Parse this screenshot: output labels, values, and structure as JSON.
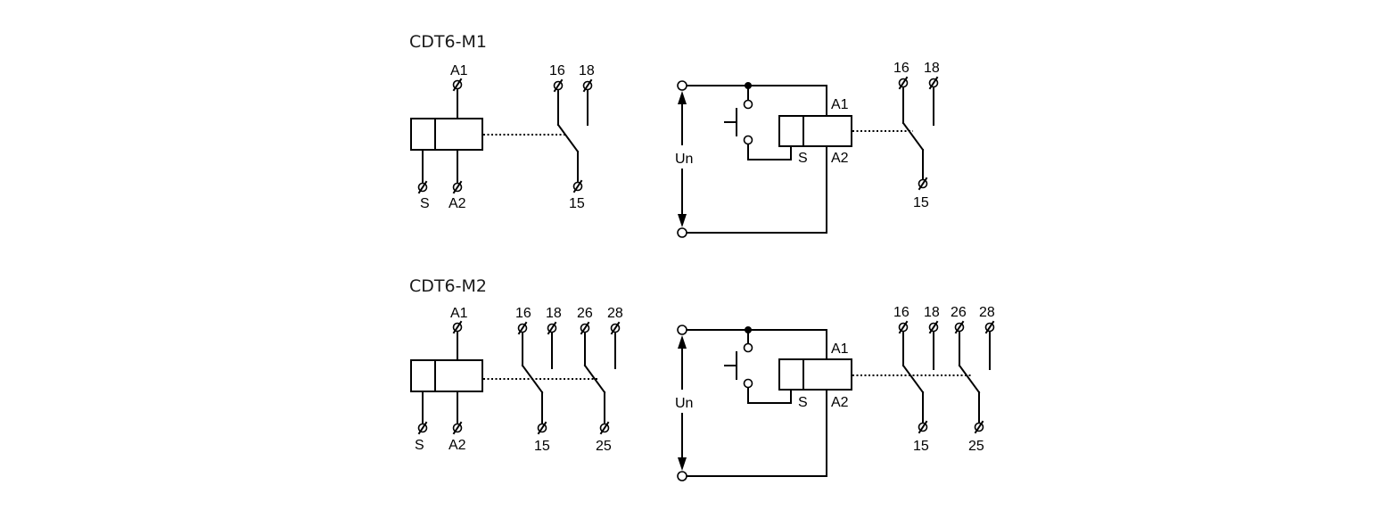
{
  "sections": [
    {
      "title": "CDT6-M1",
      "left": {
        "coil_top": "A1",
        "coil_bottom": [
          "S",
          "A2"
        ],
        "contacts": [
          {
            "top": [
              "16",
              "18"
            ],
            "bottom": "15"
          }
        ]
      },
      "right": {
        "supply": "Un",
        "coil_terminals": [
          "A1",
          "A2"
        ],
        "switch_terminal": "S",
        "contacts": [
          {
            "top": [
              "16",
              "18"
            ],
            "bottom": "15"
          }
        ]
      }
    },
    {
      "title": "CDT6-M2",
      "left": {
        "coil_top": "A1",
        "coil_bottom": [
          "S",
          "A2"
        ],
        "contacts": [
          {
            "top": [
              "16",
              "18"
            ],
            "bottom": "15"
          },
          {
            "top": [
              "26",
              "28"
            ],
            "bottom": "25"
          }
        ]
      },
      "right": {
        "supply": "Un",
        "coil_terminals": [
          "A1",
          "A2"
        ],
        "switch_terminal": "S",
        "contacts": [
          {
            "top": [
              "16",
              "18"
            ],
            "bottom": "15"
          },
          {
            "top": [
              "26",
              "28"
            ],
            "bottom": "25"
          }
        ]
      }
    }
  ]
}
